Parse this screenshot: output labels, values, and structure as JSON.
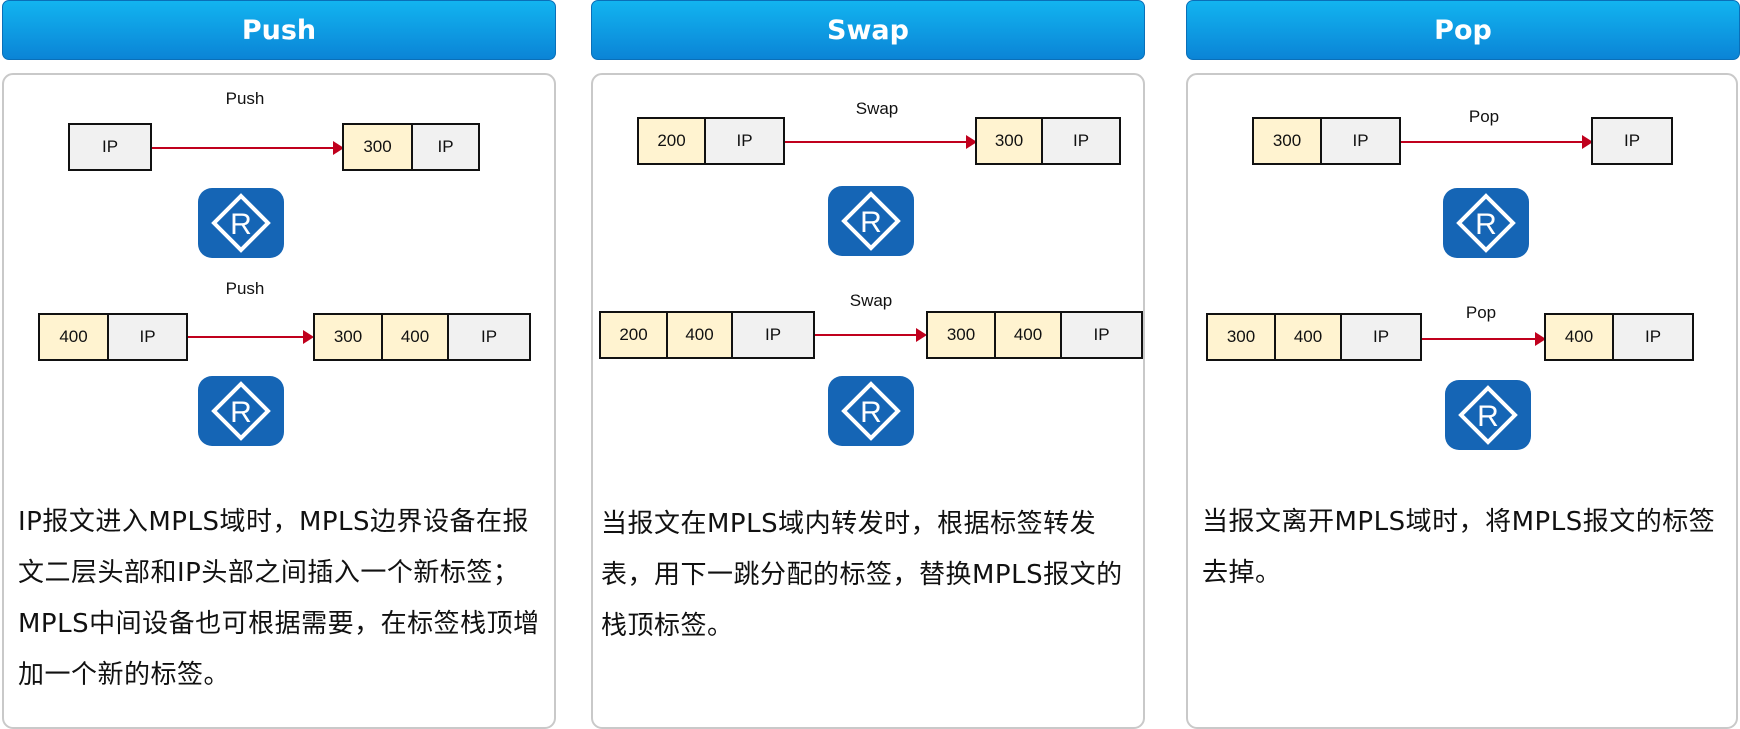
{
  "columns": [
    {
      "title": "Push",
      "operation_label": "Push",
      "description": "IP报文进入MPLS域时，MPLS边界设备在报文二层头部和IP头部之间插入一个新标签；MPLS中间设备也可根据需要，在标签栈顶增加一个新的标签。",
      "rows": [
        {
          "before": [
            "IP"
          ],
          "after": [
            "300",
            "IP"
          ]
        },
        {
          "before": [
            "400",
            "IP"
          ],
          "after": [
            "300",
            "400",
            "IP"
          ]
        }
      ]
    },
    {
      "title": "Swap",
      "operation_label": "Swap",
      "description": "当报文在MPLS域内转发时，根据标签转发表，用下一跳分配的标签，替换MPLS报文的栈顶标签。",
      "rows": [
        {
          "before": [
            "200",
            "IP"
          ],
          "after": [
            "300",
            "IP"
          ]
        },
        {
          "before": [
            "200",
            "400",
            "IP"
          ],
          "after": [
            "300",
            "400",
            "IP"
          ]
        }
      ]
    },
    {
      "title": "Pop",
      "operation_label": "Pop",
      "description": "当报文离开MPLS域时，将MPLS报文的标签去掉。",
      "rows": [
        {
          "before": [
            "300",
            "IP"
          ],
          "after": [
            "IP"
          ]
        },
        {
          "before": [
            "300",
            "400",
            "IP"
          ],
          "after": [
            "400",
            "IP"
          ]
        }
      ]
    }
  ],
  "router_icon": {
    "name": "router-icon",
    "glyph": "R",
    "color": "#1565b5"
  },
  "colors": {
    "header": "#0b9ae6",
    "label_cell": "#fff3d0",
    "ip_cell": "#f1f1f1",
    "arrow": "#c0001d"
  }
}
